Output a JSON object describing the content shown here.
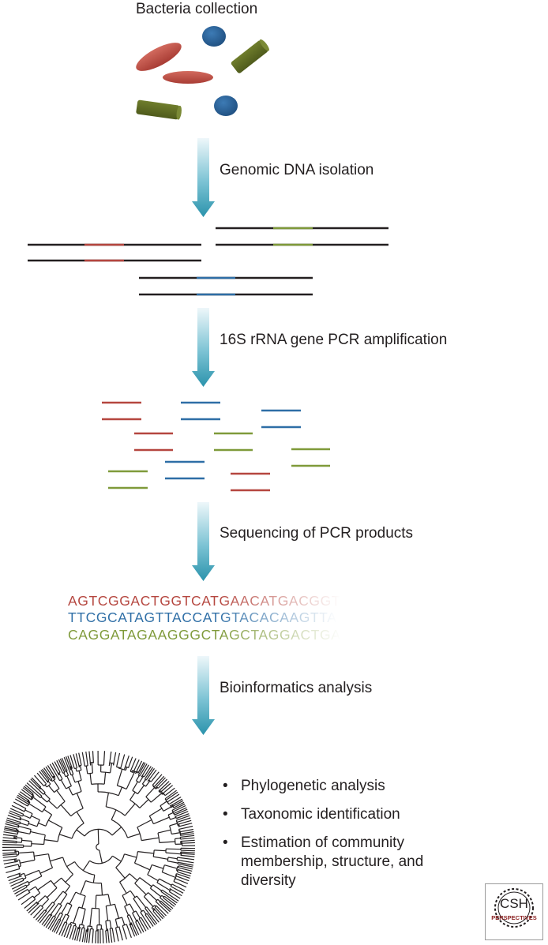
{
  "steps": {
    "bacteria_collection": "Bacteria collection",
    "dna_isolation": "Genomic DNA isolation",
    "pcr_amplification": "16S rRNA gene PCR amplification",
    "sequencing": "Sequencing of PCR products",
    "bioinformatics": "Bioinformatics analysis"
  },
  "sequences": [
    {
      "text": "AGTCGGACTGGTCATGAACATGACGGT",
      "color": "#b5463f"
    },
    {
      "text": "TTCGCATAGTTACCATGTACACAAGTTA",
      "color": "#2e6ea6"
    },
    {
      "text": "CAGGATAGAAGGGCTAGCTAGGACTGA",
      "color": "#7f9a3a"
    }
  ],
  "outcomes": [
    "Phylogenetic analysis",
    "Taxonomic identification",
    "Estimation of community membership, structure, and diversity"
  ],
  "logo": {
    "top": "CSH",
    "bottom": "PERSPECTIVES"
  },
  "colors": {
    "red": "#b5463f",
    "blue": "#2e6ea6",
    "green": "#7f9a3a",
    "arrow": "#2b93ac",
    "line": "#231f20"
  }
}
